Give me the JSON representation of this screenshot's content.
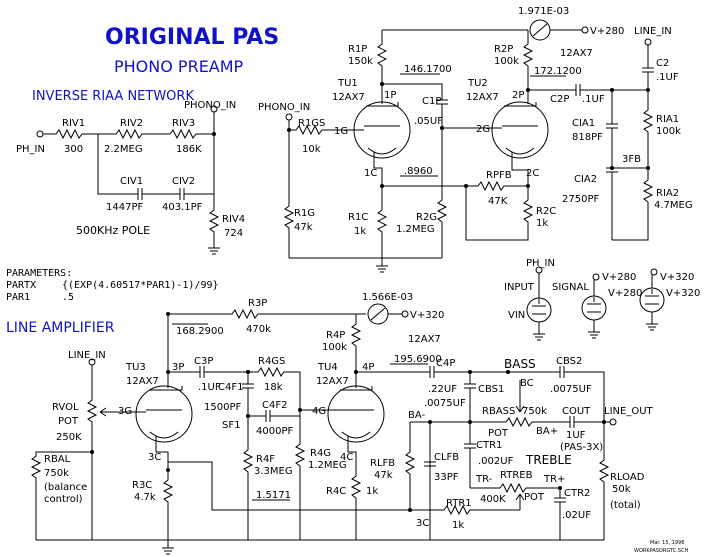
{
  "title": "ORIGINAL PAS",
  "subtitle": "PHONO PREAMP",
  "colors": {
    "title": "#1111cc",
    "wire": "#000000"
  },
  "riaa": {
    "heading": "INVERSE RIAA NETWORK",
    "input": "PH_IN",
    "output": "PHONO_IN",
    "riv1": {
      "name": "RIV1",
      "value": "300"
    },
    "riv2": {
      "name": "RIV2",
      "value": "2.2MEG"
    },
    "riv3": {
      "name": "RIV3",
      "value": "186K"
    },
    "riv4": {
      "name": "RIV4",
      "value": "724"
    },
    "civ1": {
      "name": "CIV1",
      "value": "1447PF"
    },
    "civ2": {
      "name": "CIV2",
      "value": "403.1PF"
    },
    "pole": "500KHz POLE"
  },
  "parameters": {
    "heading": "PARAMETERS:",
    "partx_name": "PARTX",
    "partx_value": "{(EXP(4.60517*PAR1)-1)/99}",
    "par1_name": "PAR1",
    "par1_value": ".5"
  },
  "phono": {
    "meter_value": "1.971E-03",
    "supply": "V+280",
    "input": "PHONO_IN",
    "tu1": {
      "name": "TU1",
      "type": "12AX7",
      "plate": "1P",
      "grid": "1G",
      "cathode": "1C"
    },
    "tu2": {
      "name": "TU2",
      "type": "12AX7",
      "plate": "2P",
      "grid": "2G",
      "cathode": "2C"
    },
    "r1p": {
      "name": "R1P",
      "value": "150k"
    },
    "r2p": {
      "name": "R2P",
      "value": "100k"
    },
    "r1gs": {
      "name": "R1GS",
      "value": "10k"
    },
    "r1g": {
      "name": "R1G",
      "value": "47k"
    },
    "r1c": {
      "name": "R1C",
      "value": "1k"
    },
    "r2g": {
      "name": "R2G",
      "value": "1.2MEG"
    },
    "r2c": {
      "name": "R2C",
      "value": "1k"
    },
    "rpfb": {
      "name": "RPFB",
      "value": "47K"
    },
    "c1p": {
      "name": "C1P",
      "value": ".05UF"
    },
    "c2p": {
      "name": "C2P",
      "value": ".1UF"
    },
    "v1p": "146.1700",
    "v2p": "172.1200",
    "vfb": ".8960",
    "line_in": "LINE_IN",
    "c2": {
      "name": "C2",
      "value": ".1UF"
    },
    "ria1": {
      "name": "RIA1",
      "value": "100k"
    },
    "ria2": {
      "name": "RIA2",
      "value": "4.7MEG"
    },
    "cia1": {
      "name": "CIA1",
      "value": "818PF"
    },
    "cia2": {
      "name": "CIA2",
      "value": "2750PF"
    },
    "n3fb": "3FB"
  },
  "sources": {
    "ph_in": "PH_IN",
    "input_label": "INPUT",
    "signal_label": "SIGNAL",
    "vin": "VIN",
    "v280a": "V+280",
    "v280b": "V+280",
    "v320": "V+320"
  },
  "line": {
    "heading": "LINE AMPLIFIER",
    "line_in": "LINE_IN",
    "meter_value": "1.566E-03",
    "supply": "V+320",
    "tu3": {
      "name": "TU3",
      "type": "12AX7",
      "plate": "3P",
      "grid": "3G",
      "cathode": "3C"
    },
    "tu4": {
      "name": "TU4",
      "type": "12AX7",
      "plate": "4P",
      "grid": "4G",
      "cathode": "4C"
    },
    "r3p": {
      "name": "R3P",
      "value": "470k"
    },
    "r4p": {
      "name": "R4P",
      "value": "100k"
    },
    "v3p": "168.2900",
    "v4p": "195.6900",
    "v3c": "1.5171",
    "tu4_type_top": "12AX7",
    "rvol": {
      "name": "RVOL",
      "kind": "POT",
      "value": "250K"
    },
    "rbal": {
      "name": "RBAL",
      "value": "750k",
      "note1": "(balance",
      "note2": "control)"
    },
    "r3c": {
      "name": "R3C",
      "value": "4.7k"
    },
    "c3p": {
      "name": "C3P",
      "value": ".1UF"
    },
    "c4f1": {
      "name": "C4F1",
      "value": "1500PF"
    },
    "r4gs": {
      "name": "R4GS",
      "value": "18k"
    },
    "c4f2": {
      "name": "C4F2",
      "value": "4000PF"
    },
    "sf1": "SF1",
    "r4f": {
      "name": "R4F",
      "value": "3.3MEG"
    },
    "r4g": {
      "name": "R4G",
      "value": "1.2MEG"
    },
    "r4c": {
      "name": "R4C",
      "value": "1k"
    },
    "c4p": {
      "name": "C4P",
      "value": ".22UF"
    },
    "cbs1": {
      "name": "CBS1",
      "value": ".0075UF"
    },
    "cbs2": {
      "name": "CBS2",
      "value": ".0075UF"
    },
    "bass": "BASS",
    "bc": "BC",
    "ba_minus": "BA-",
    "ba_plus": "BA+",
    "rbass": {
      "name": "RBASS",
      "value": "750k",
      "kind": "POT"
    },
    "cout": {
      "name": "COUT",
      "value": "1UF",
      "note": "(PAS-3X)"
    },
    "line_out": "LINE_OUT",
    "rlfb": {
      "name": "RLFB",
      "value": "47k"
    },
    "clfb": {
      "name": "CLFB",
      "value": "33PF"
    },
    "ctr1": {
      "name": "CTR1",
      "value": ".002UF"
    },
    "treble": "TREBLE",
    "rtreb": {
      "name": "RTREB",
      "value": "400K",
      "kind": "POT"
    },
    "tr_minus": "TR-",
    "tr_plus": "TR+",
    "ctr2": {
      "name": "CTR2",
      "value": ".02UF"
    },
    "rtr1": {
      "name": "RTR1",
      "value": "1k"
    },
    "n3c": "3C",
    "rload": {
      "name": "RLOAD",
      "value": "50k",
      "note": "(total)"
    }
  },
  "footer": {
    "date": "Mar. 15, 1998",
    "file": "WORKPASORGTC.SCH"
  }
}
